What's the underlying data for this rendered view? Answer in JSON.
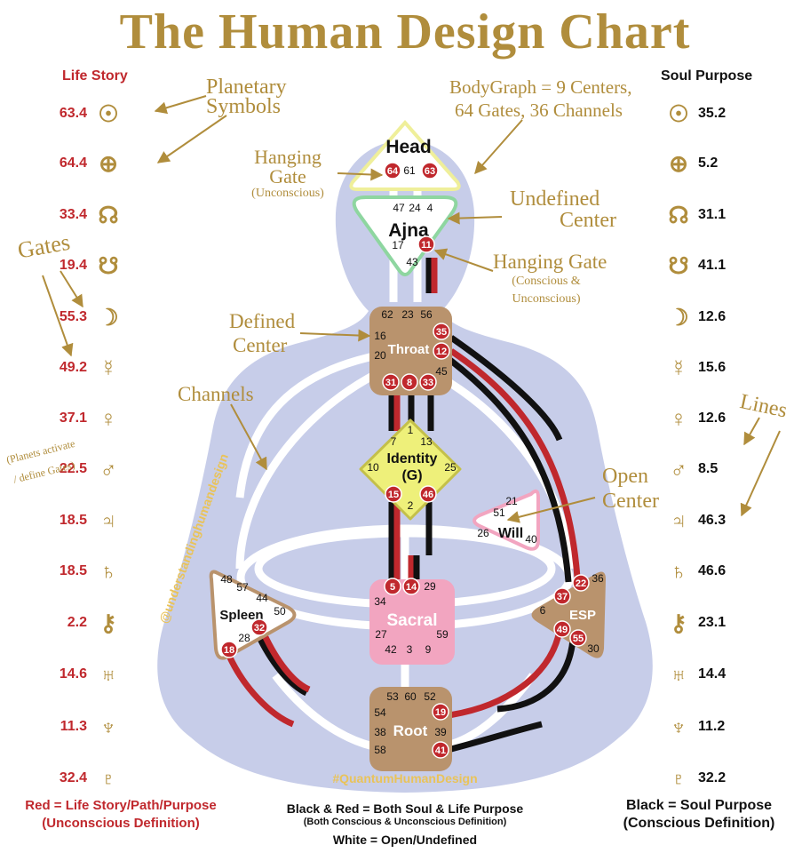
{
  "title": "The Human Design Chart",
  "left_heading": "Life Story",
  "right_heading": "Soul Purpose",
  "planets": [
    {
      "icon": "sun-icon",
      "glyph": "☉",
      "left": "63.4",
      "right": "35.2"
    },
    {
      "icon": "earth-icon",
      "glyph": "⊕",
      "left": "64.4",
      "right": "5.2"
    },
    {
      "icon": "north-node-icon",
      "glyph": "☊",
      "left": "33.4",
      "right": "31.1"
    },
    {
      "icon": "south-node-icon",
      "glyph": "☋",
      "left": "19.4",
      "right": "41.1"
    },
    {
      "icon": "moon-icon",
      "glyph": "☽",
      "left": "55.3",
      "right": "12.6"
    },
    {
      "icon": "mercury-icon",
      "glyph": "☿",
      "left": "49.2",
      "right": "15.6"
    },
    {
      "icon": "venus-icon",
      "glyph": "♀",
      "left": "37.1",
      "right": "12.6"
    },
    {
      "icon": "mars-icon",
      "glyph": "♂",
      "left": "22.5",
      "right": "8.5"
    },
    {
      "icon": "jupiter-icon",
      "glyph": "♃",
      "left": "18.5",
      "right": "46.3"
    },
    {
      "icon": "saturn-icon",
      "glyph": "♄",
      "left": "18.5",
      "right": "46.6"
    },
    {
      "icon": "chiron-icon",
      "glyph": "⚷",
      "left": "2.2",
      "right": "23.1"
    },
    {
      "icon": "uranus-icon",
      "glyph": "♅",
      "left": "14.6",
      "right": "14.4"
    },
    {
      "icon": "neptune-icon",
      "glyph": "♆",
      "left": "11.3",
      "right": "11.2"
    },
    {
      "icon": "pluto-icon",
      "glyph": "♇",
      "left": "32.4",
      "right": "32.2"
    }
  ],
  "annotations": {
    "planetary_symbols_1": "Planetary",
    "planetary_symbols_2": "Symbols",
    "bodygraph_1": "BodyGraph = 9 Centers,",
    "bodygraph_2": "64 Gates, 36 Channels",
    "hanging_gate_1": "Hanging",
    "hanging_gate_2": "Gate",
    "hanging_gate_sub": "(Unconscious)",
    "undefined_center_1": "Undefined",
    "undefined_center_2": "Center",
    "gates": "Gates",
    "hanging_gate_b": "Hanging Gate",
    "hanging_gate_b_sub1": "(Conscious &",
    "hanging_gate_b_sub2": "Unconscious)",
    "defined_center_1": "Defined",
    "defined_center_2": "Center",
    "channels": "Channels",
    "lines": "Lines",
    "planets_activate_1": "(Planets activate",
    "planets_activate_2": "/ define Gates)",
    "open_center_1": "Open",
    "open_center_2": "Center",
    "watermark_side": "@understandinghumandesign",
    "watermark_bottom": "#QuantumHumanDesign"
  },
  "centers": {
    "head": "Head",
    "ajna": "Ajna",
    "throat": "Throat",
    "identity_1": "Identity",
    "identity_2": "(G)",
    "will": "Will",
    "spleen": "Spleen",
    "sacral": "Sacral",
    "esp": "ESP",
    "root": "Root"
  },
  "gate_numbers": {
    "head": [
      "64",
      "61",
      "63"
    ],
    "ajna": [
      "47",
      "24",
      "4",
      "17",
      "11",
      "43"
    ],
    "throat": [
      "62",
      "23",
      "56",
      "16",
      "35",
      "20",
      "12",
      "45",
      "31",
      "8",
      "33"
    ],
    "identity": [
      "1",
      "7",
      "13",
      "10",
      "25",
      "15",
      "46",
      "2"
    ],
    "will": [
      "21",
      "51",
      "26",
      "40"
    ],
    "spleen": [
      "48",
      "57",
      "44",
      "50",
      "32",
      "28",
      "18"
    ],
    "sacral": [
      "5",
      "14",
      "29",
      "34",
      "27",
      "59",
      "42",
      "3",
      "9"
    ],
    "esp": [
      "36",
      "22",
      "37",
      "6",
      "49",
      "55",
      "30"
    ],
    "root": [
      "53",
      "60",
      "52",
      "54",
      "19",
      "38",
      "39",
      "58",
      "41"
    ]
  },
  "legend": {
    "red_1": "Red = Life Story/Path/Purpose",
    "red_2": "(Unconscious Definition)",
    "both_1": "Black & Red = Both Soul & Life Purpose",
    "both_2": "(Both Conscious & Unconscious Definition)",
    "white": "White = Open/Undefined",
    "black_1": "Black = Soul Purpose",
    "black_2": "(Conscious Definition)"
  },
  "colors": {
    "gold": "#b08d3c",
    "red": "#c0282d",
    "body": "#c7cde9",
    "defined_brown": "#b9936d",
    "sacral_pink": "#f2a5c0",
    "identity_yellow": "#eef07a"
  }
}
